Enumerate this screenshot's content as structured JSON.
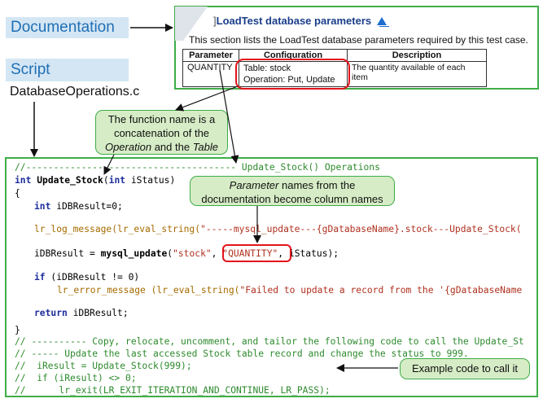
{
  "labels": {
    "documentation": "Documentation",
    "script_label": "Script",
    "script_file": "DatabaseOperations.c"
  },
  "doc": {
    "title": "LoadTest database parameters",
    "title_icon": "triangle-up-icon",
    "subtitle": "This section lists the LoadTest database parameters required by this test case.",
    "columns": [
      "Parameter",
      "Configuration",
      "Description"
    ],
    "row": {
      "parameter": "QUANTITY",
      "config_line1": "Table: stock",
      "config_line2": "Operation: Put, Update",
      "description": "The quantity available of each item"
    }
  },
  "callouts": {
    "function_name_pre": "The function name is a concatenation of the",
    "function_name_op": "Operation",
    "function_name_and": "and the",
    "function_name_table": "Table",
    "param_names_em": "Parameter",
    "param_names_rest1": "names from the",
    "param_names_rest2": "documentation become column names",
    "example": "Example code to call it"
  },
  "code": {
    "l1_comment": "//-------------------------------------- Update_Stock() Operations",
    "l2_type": "int",
    "l2_fn": "Update_Stock",
    "l2_args_open": "(",
    "l2_args_type": "int",
    "l2_args_rest": " iStatus)",
    "l3": "{",
    "l4_type": "int",
    "l4_rest": " iDBResult=0;",
    "l5_call": "lr_log_message(lr_eval_string(",
    "l5_str": "\"-----mysql_update---{gDatabaseName}.stock---Update_Stock(",
    "l6_pre": "iDBResult = ",
    "l6_fn": "mysql_update",
    "l6_open": "(",
    "l6_str1": "\"stock\"",
    "l6_comma": ", ",
    "l6_str2": "\"QUANTITY\"",
    "l6_rest": ", iStatus);",
    "l7_kw": "if",
    "l7_rest": " (iDBResult != 0)",
    "l8_call": "lr_error_message (lr_eval_string(",
    "l8_str": "\"Failed to update a record from the '{gDatabaseName",
    "l9_kw": "return",
    "l9_rest": " iDBResult;",
    "l10": "}",
    "l11": "// ---------- Copy, relocate, uncomment, and tailor the following code to call the Update_St",
    "l12": "// ----- Update the last accessed Stock table record and change the status to 999.",
    "l13": "//  iResult = Update_Stock(999);",
    "l14": "//  if (iResult) <> 0;",
    "l15": "//      lr_exit(LR_EXIT_ITERATION_AND_CONTINUE, LR_PASS);"
  }
}
